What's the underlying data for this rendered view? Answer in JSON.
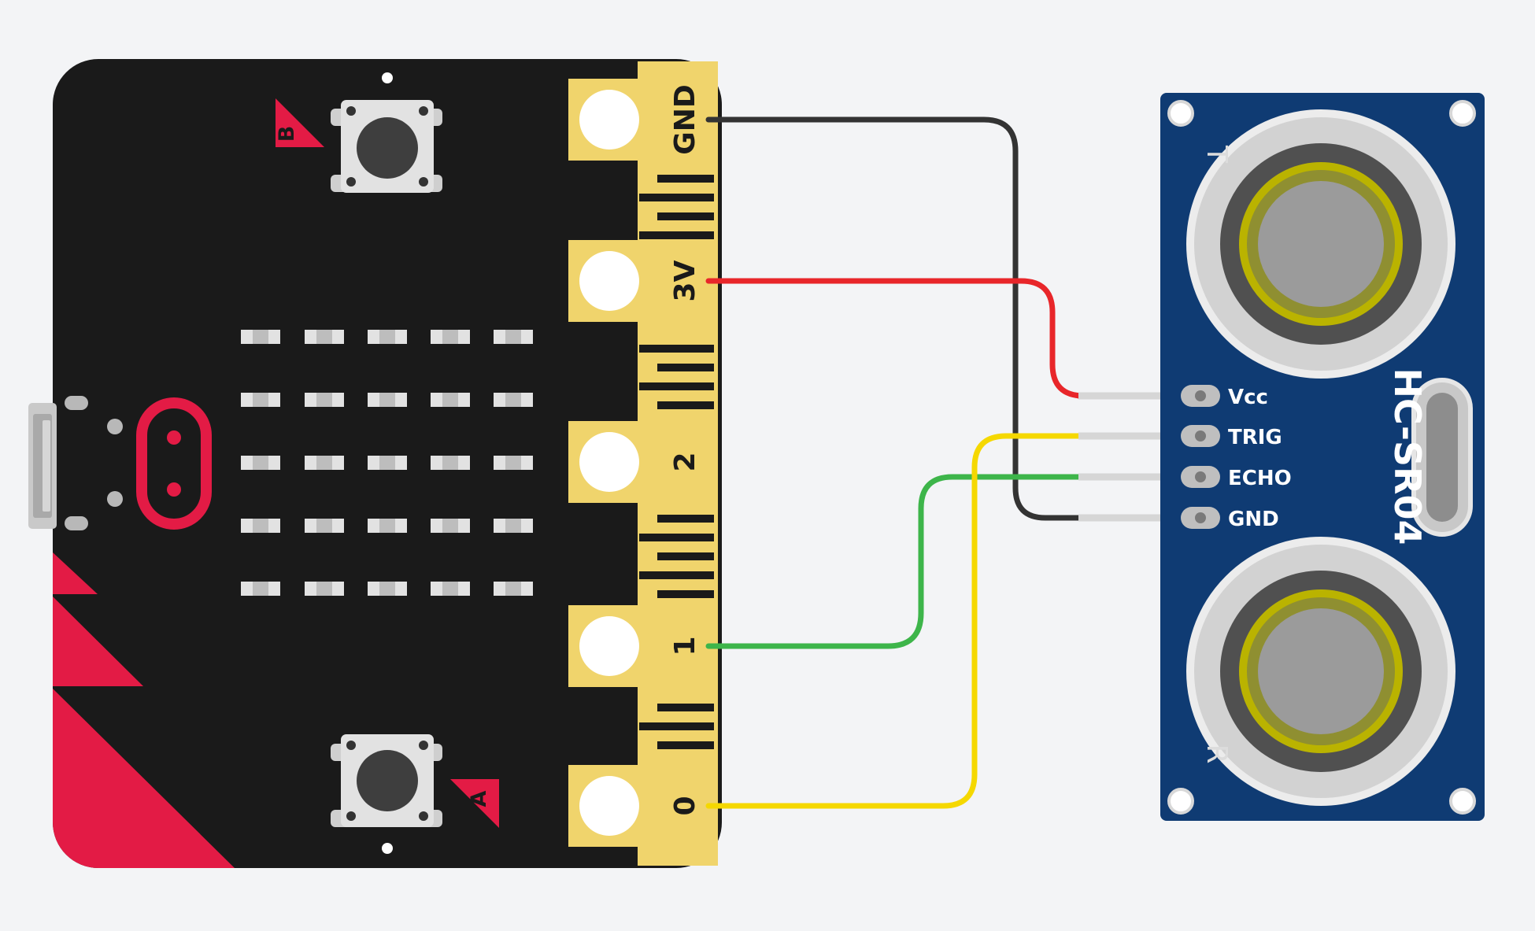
{
  "microbit": {
    "pins": [
      "GND",
      "3V",
      "2",
      "1",
      "0"
    ],
    "buttons": {
      "b": "B",
      "a": "A"
    }
  },
  "sensor": {
    "model": "HC-SR04",
    "pins": [
      "Vcc",
      "TRIG",
      "ECHO",
      "GND"
    ],
    "transducer_labels": {
      "top": "T",
      "bottom": "R"
    }
  },
  "wires": [
    {
      "from": "GND",
      "to": "GND",
      "color": "#333333"
    },
    {
      "from": "3V",
      "to": "Vcc",
      "color": "#e8262a"
    },
    {
      "from": "1",
      "to": "ECHO",
      "color": "#3db54a"
    },
    {
      "from": "0",
      "to": "TRIG",
      "color": "#f5d800"
    }
  ],
  "colors": {
    "background": "#f3f4f6",
    "board": "#1a1a1a",
    "accent": "#e31b45",
    "edge_connector": "#f0d46c",
    "sensor_pcb": "#0f3b73",
    "led": "#d9d9d9"
  }
}
